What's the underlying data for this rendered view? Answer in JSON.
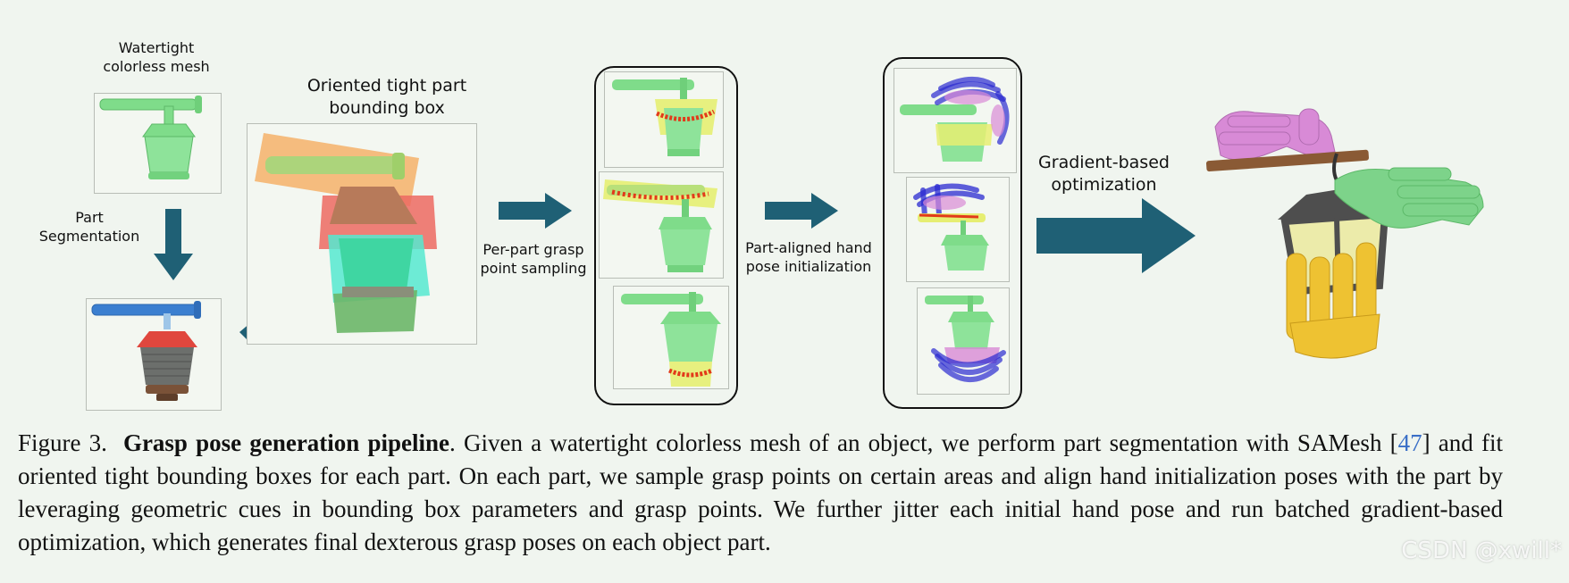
{
  "figure": {
    "labels": {
      "watertight_mesh": "Watertight colorless mesh",
      "part_segmentation": "Part Segmentation",
      "oriented_bbox": "Oriented tight part bounding box",
      "per_part_sampling": "Per-part grasp point sampling",
      "part_aligned_init": "Part-aligned hand pose initialization",
      "gradient_optimization": "Gradient-based optimization"
    },
    "colors": {
      "arrow": "#1f6075",
      "mesh_green": "#7fdc8a",
      "bbox_orange": "#f4b26a",
      "bbox_red": "#ec6a62",
      "bbox_cyan": "#55e9d0",
      "seg_blue": "#3b7fd0",
      "seg_red": "#e0473e",
      "seg_gray": "#6c6f6c",
      "hand_pink": "#d88ad6",
      "hand_green": "#7dd38a",
      "hand_yellow": "#eec232",
      "grasp_red": "#e23a1a",
      "hand_blue": "#2a2ad0"
    }
  },
  "caption": {
    "figure_number": "Figure 3.",
    "title": "Grasp pose generation pipeline",
    "text_before_ref": ". Given a watertight colorless mesh of an object, we perform part segmentation with SAMesh [",
    "ref": "47",
    "text_after_ref": "] and fit oriented tight bounding boxes for each part. On each part, we sample grasp points on certain areas and align hand initialization poses with the part by leveraging geometric cues in bounding box parameters and grasp points. We further jitter each initial hand pose and run batched gradient-based optimization, which generates final dexterous grasp poses on each object part."
  },
  "watermark": "CSDN @xwill*"
}
